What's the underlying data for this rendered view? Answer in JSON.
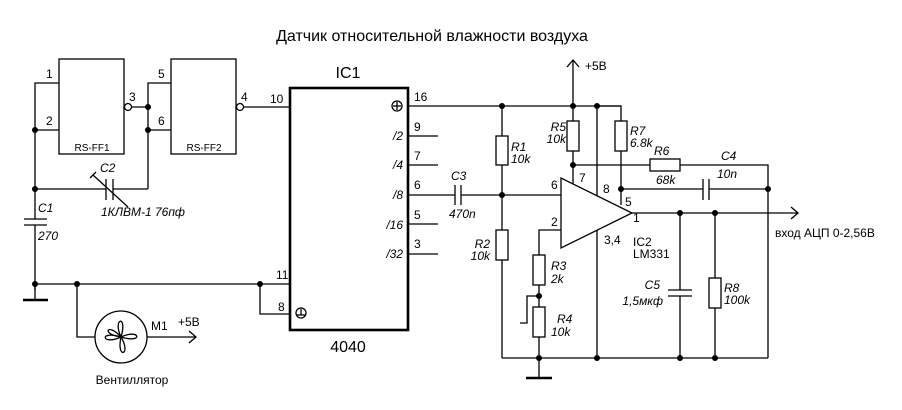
{
  "title": "Датчик относительной влажности воздуха",
  "colors": {
    "ink": "#000000",
    "background": "#ffffff"
  },
  "flipflops": [
    {
      "label": "RS-FF1",
      "pins": [
        "1",
        "2",
        "3"
      ]
    },
    {
      "label": "RS-FF2",
      "pins": [
        "5",
        "6",
        "4"
      ]
    }
  ],
  "ic1": {
    "ref": "IC1",
    "part": "4040",
    "pins": {
      "clk": "10",
      "vcc": "16",
      "gnd": "8",
      "reset": "11",
      "q2": "9",
      "q4": "7",
      "q8": "6",
      "q16": "5",
      "q32": "3"
    },
    "outputs": [
      "/2",
      "/4",
      "/8",
      "/16",
      "/32"
    ]
  },
  "ic2": {
    "ref": "IC2",
    "part": "LM331",
    "pins": {
      "in_plus": "6",
      "in_minus": "2",
      "p7": "7",
      "p8": "8",
      "p5": "5",
      "out": "1",
      "gnd": "3,4"
    }
  },
  "components": {
    "C1": {
      "ref": "C1",
      "value": "270"
    },
    "C2": {
      "ref": "C2",
      "value": "1КЛВМ-1 76пф"
    },
    "C3": {
      "ref": "C3",
      "value": "470n"
    },
    "C4": {
      "ref": "C4",
      "value": "10n"
    },
    "C5": {
      "ref": "C5",
      "value": "1,5мкф"
    },
    "R1": {
      "ref": "R1",
      "value": "10k"
    },
    "R2": {
      "ref": "R2",
      "value": "10k"
    },
    "R3": {
      "ref": "R3",
      "value": "2k"
    },
    "R4": {
      "ref": "R4",
      "value": "10k"
    },
    "R5": {
      "ref": "R5",
      "value": "10k"
    },
    "R6": {
      "ref": "R6",
      "value": "68k"
    },
    "R7": {
      "ref": "R7",
      "value": "6.8k"
    },
    "R8": {
      "ref": "R8",
      "value": "100k"
    },
    "M1": {
      "ref": "M1",
      "label": "Вентиллятор",
      "supply": "+5В"
    }
  },
  "supply_label": "+5В",
  "output_label": "вход АЦП 0-2,56В"
}
